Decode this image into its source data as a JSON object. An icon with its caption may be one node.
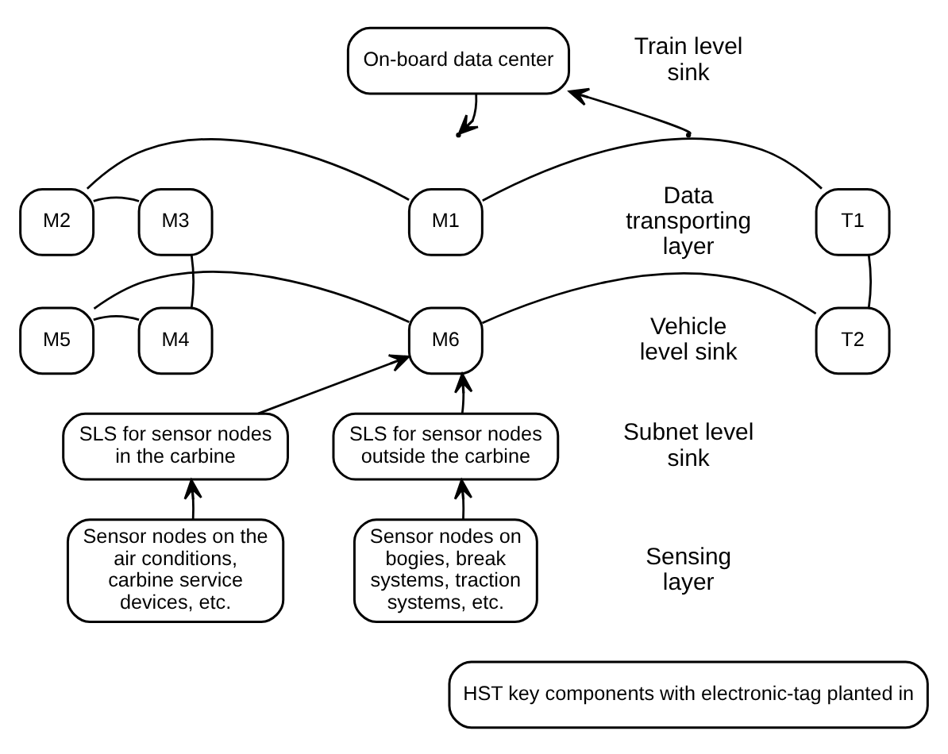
{
  "diagram": {
    "nodes": [
      {
        "text": [
          "On-board data center"
        ]
      },
      {
        "text": [
          "T1"
        ]
      },
      {
        "text": [
          "M1"
        ]
      },
      {
        "text": [
          "M2"
        ]
      },
      {
        "text": [
          "M3"
        ]
      },
      {
        "text": [
          "T2"
        ]
      },
      {
        "text": [
          "M6"
        ]
      },
      {
        "text": [
          "M5"
        ]
      },
      {
        "text": [
          "M4"
        ]
      },
      {
        "text": [
          "SLS for sensor nodes outside the carbine"
        ]
      },
      {
        "text": [
          "SLS for sensor nodes in the carbine"
        ]
      },
      {
        "text": [
          "Sensor nodes on bogies, break systems, traction systems, etc."
        ]
      },
      {
        "text": [
          "Sensor nodes on the air conditions, carbine service devices, etc."
        ]
      },
      {
        "text": [
          "HST key components with electronic-tag planted in"
        ]
      }
    ],
    "edges": [
      {
        "from": null,
        "to": 0,
        "arrow": "to"
      },
      {
        "from": 0,
        "to": null,
        "arrow": "to"
      },
      {
        "from": 1,
        "to": 2,
        "arrow": "none"
      },
      {
        "from": 2,
        "to": 3,
        "arrow": "none"
      },
      {
        "from": 3,
        "to": 4,
        "arrow": "none"
      },
      {
        "from": 4,
        "to": 8,
        "arrow": "none"
      },
      {
        "from": 8,
        "to": 7,
        "arrow": "none"
      },
      {
        "from": 7,
        "to": 6,
        "arrow": "none"
      },
      {
        "from": 6,
        "to": 5,
        "arrow": "none"
      },
      {
        "from": 5,
        "to": 1,
        "arrow": "none"
      },
      {
        "from": 9,
        "to": 6,
        "arrow": "to"
      },
      {
        "from": 10,
        "to": 6,
        "arrow": "to"
      },
      {
        "from": 11,
        "to": 9,
        "arrow": "to"
      },
      {
        "from": 12,
        "to": 10,
        "arrow": "to"
      }
    ],
    "labels": [
      "Train level sink",
      "Data transporting layer",
      "Vehicle level sink",
      "Subnet level sink",
      "Sensing layer"
    ]
  }
}
